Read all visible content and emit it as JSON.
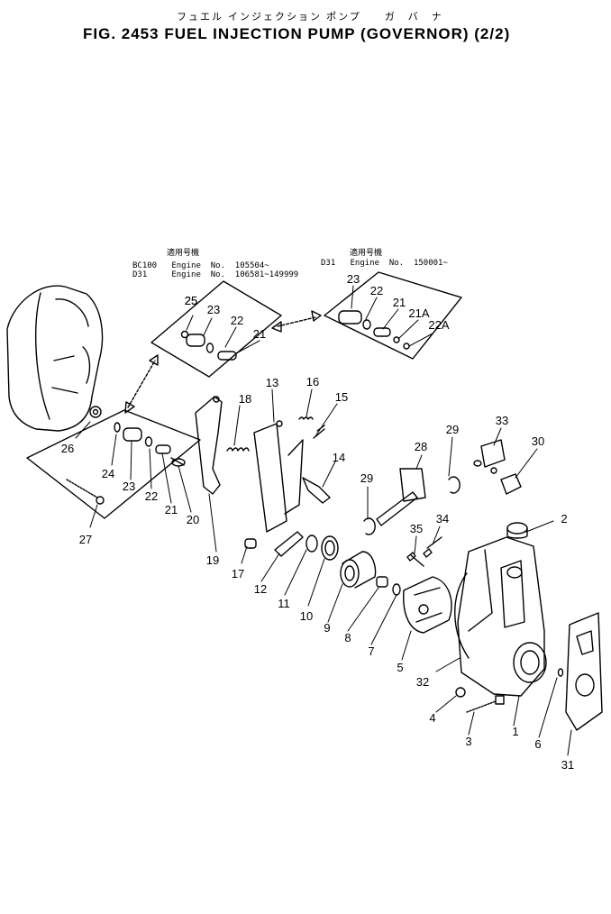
{
  "header": {
    "kana": "フュエル インジェクション ポンプ　　ガ　バ　ナ",
    "title": "FIG. 2453   FUEL  INJECTION  PUMP  (GOVERNOR)  (2/2)"
  },
  "notes": {
    "left": {
      "kanji": "適用号機",
      "line1": "BC100   Engine  No.  105504~",
      "line2": "D31     Engine  No.  106581~149999"
    },
    "right": {
      "kanji": "適用号機",
      "line1": "D31   Engine  No.  150001~"
    }
  },
  "callouts": [
    "1",
    "2",
    "3",
    "4",
    "5",
    "6",
    "7",
    "8",
    "9",
    "10",
    "11",
    "12",
    "13",
    "14",
    "15",
    "16",
    "17",
    "18",
    "19",
    "20",
    "21",
    "22",
    "23",
    "24",
    "25",
    "26",
    "27",
    "28",
    "29",
    "29",
    "30",
    "31",
    "32",
    "33",
    "34",
    "35",
    "25",
    "23",
    "22",
    "21",
    "23",
    "22",
    "21",
    "21A",
    "22A"
  ]
}
